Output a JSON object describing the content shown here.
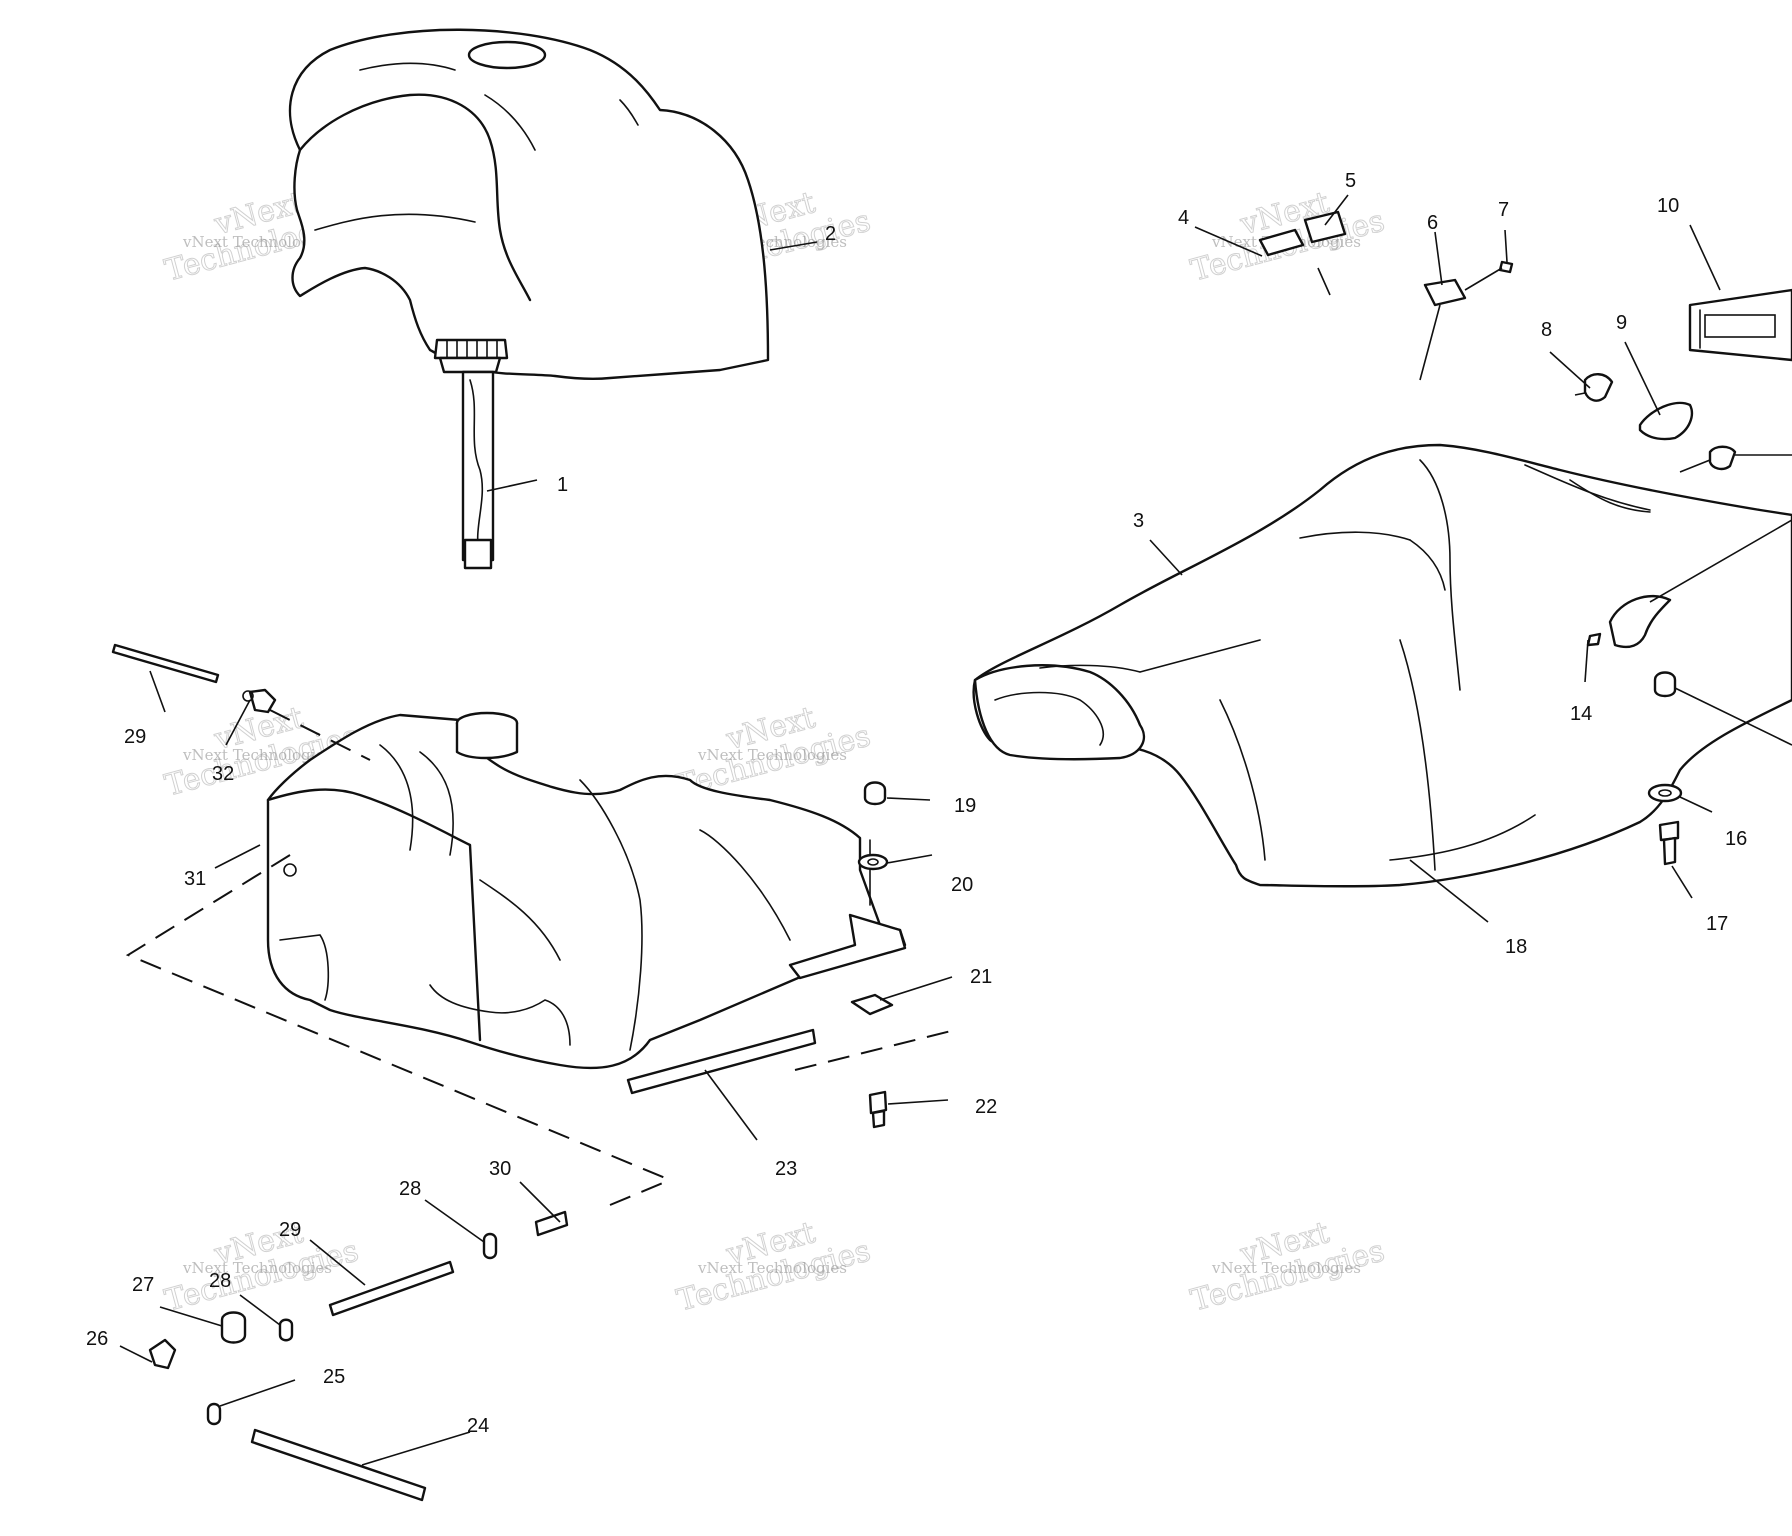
{
  "watermark": {
    "line1": "vNext",
    "line2": "Technologies",
    "small": "vNext Technologies"
  },
  "callouts": {
    "n1": "1",
    "n2": "2",
    "n3": "3",
    "n4": "4",
    "n5": "5",
    "n6": "6",
    "n7": "7",
    "n8": "8",
    "n9": "9",
    "n10": "10",
    "n14": "14",
    "n16": "16",
    "n17": "17",
    "n18": "18",
    "n19": "19",
    "n20": "20",
    "n21": "21",
    "n22": "22",
    "n23": "23",
    "n24": "24",
    "n25": "25",
    "n26": "26",
    "n27": "27",
    "n28": "28",
    "n28b": "28",
    "n29": "29",
    "n29b": "29",
    "n30": "30",
    "n31": "31",
    "n32": "32"
  }
}
